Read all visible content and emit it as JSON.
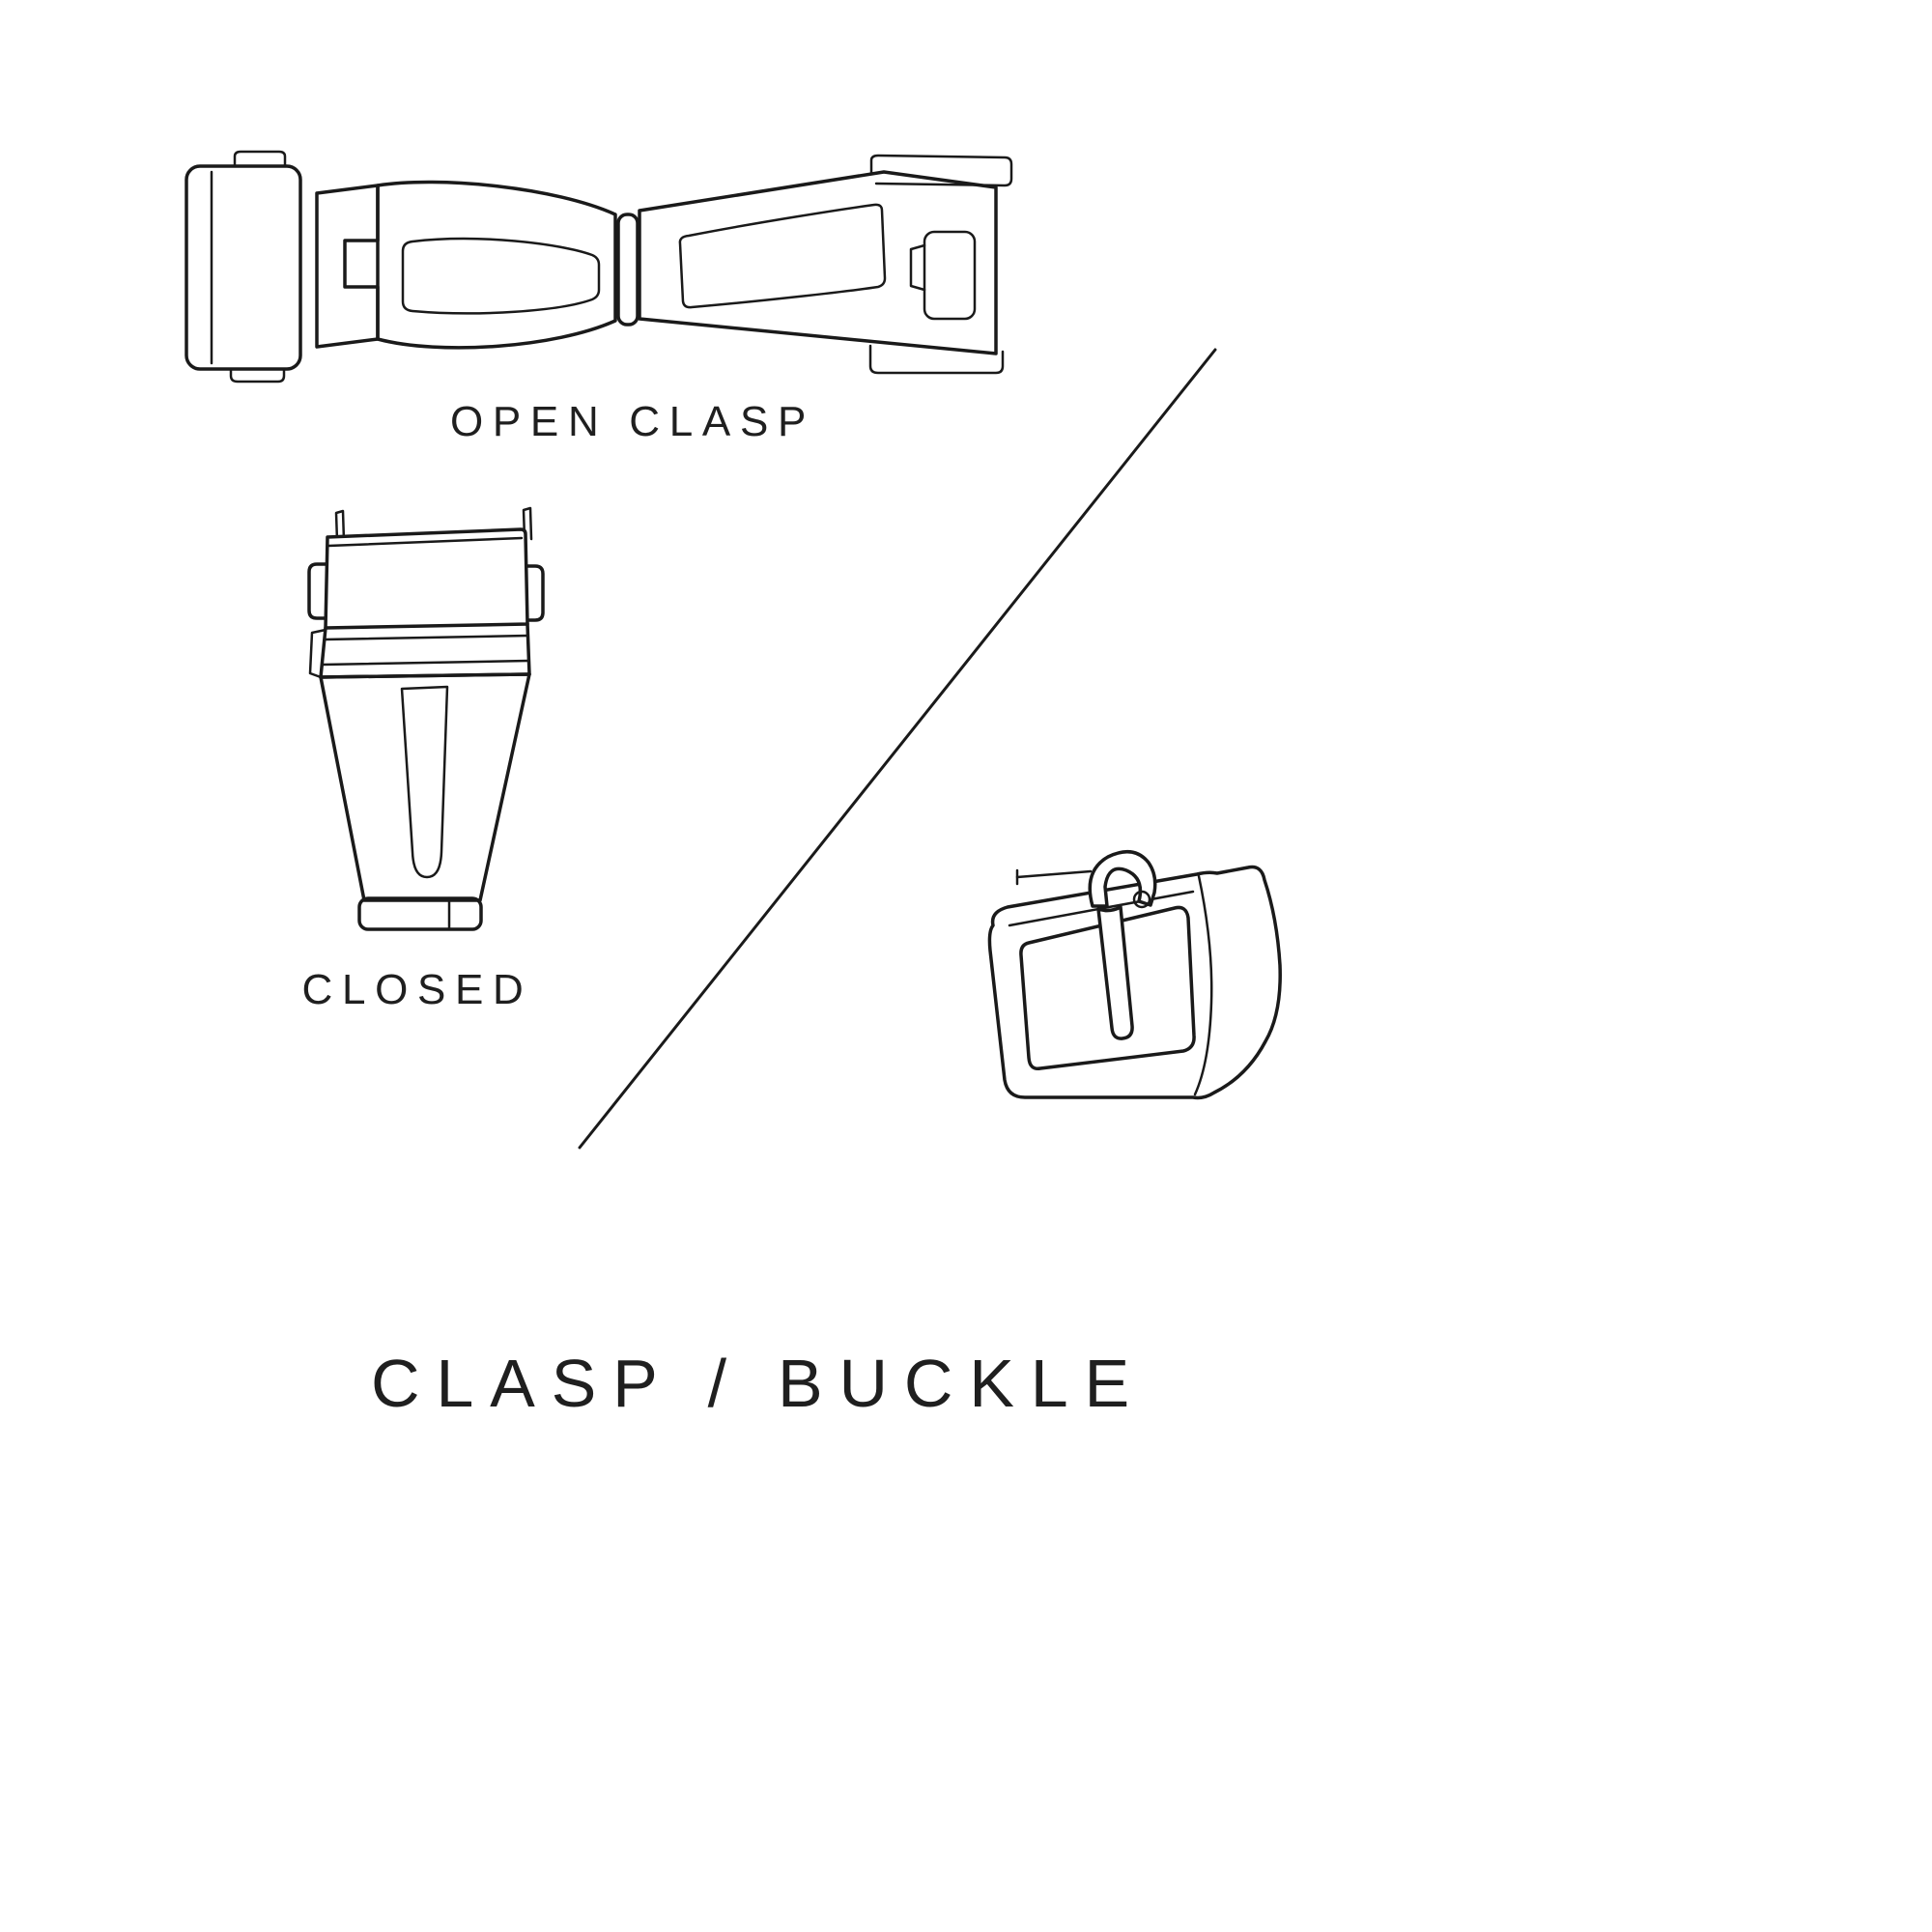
{
  "colors": {
    "background": "#ffffff",
    "line": "#1a1a1a",
    "text": "#1f1f1f"
  },
  "title": "CLASP / BUCKLE",
  "labels": {
    "open_clasp": "OPEN CLASP",
    "closed": "CLOSED"
  },
  "figures": [
    {
      "id": "open-clasp",
      "caption": "OPEN CLASP"
    },
    {
      "id": "closed-clasp",
      "caption": "CLOSED"
    },
    {
      "id": "tang-buckle",
      "caption": ""
    }
  ]
}
